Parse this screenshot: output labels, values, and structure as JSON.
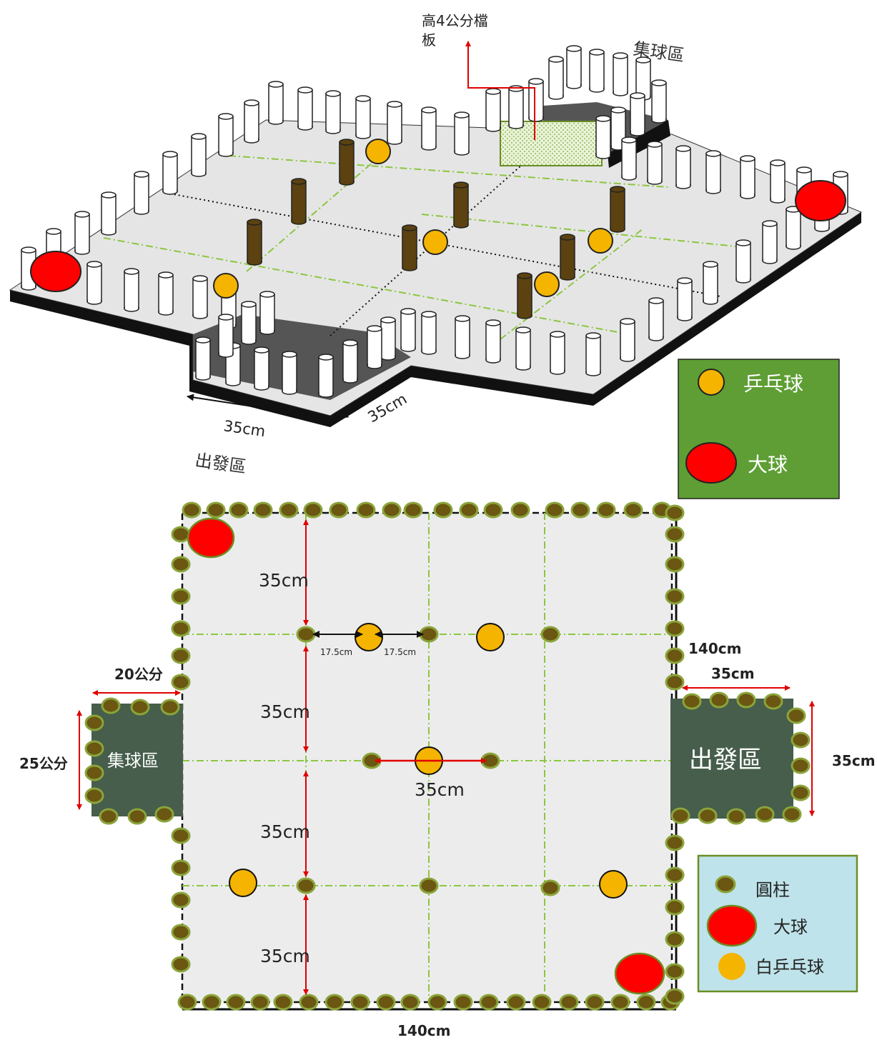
{
  "iso_view": {
    "barrier_label_line1": "高4公分檔",
    "barrier_label_line2": "板",
    "collect_zone_label": "集球區",
    "start_zone_label": "出發區",
    "dim_width": "35cm",
    "dim_depth": "35cm",
    "legend": {
      "ping_pong_label": "乒乓球",
      "big_ball_label": "大球"
    }
  },
  "plan_view": {
    "grid_dims": [
      "35cm",
      "35cm",
      "35cm",
      "35cm"
    ],
    "half_spacing_left": "17.5cm",
    "half_spacing_right": "17.5cm",
    "center_span": "35cm",
    "total_width_bottom": "140cm",
    "total_width_right": "140cm",
    "collect_zone": {
      "label": "集球區",
      "width": "20公分",
      "height": "25公分"
    },
    "start_zone": {
      "label": "出發區",
      "width": "35cm",
      "height": "35cm"
    },
    "legend": {
      "pillar_label": "圓柱",
      "big_ball_label": "大球",
      "ping_pong_label": "白乒乓球"
    }
  },
  "colors": {
    "ping_pong": "#f5b400",
    "big_ball": "#ff0000",
    "pillar_plan": "#6b5612",
    "pillar_plan_ring": "#8aa43a",
    "pillar_iso_obstacle": "#5b4210",
    "zone_fill": "#465e4b",
    "legend_top_bg": "#5e9e34",
    "legend_bottom_bg": "#bfe3ea",
    "grid_line": "#8cc63f",
    "dimension_red": "#e00000",
    "floor": "#ececec"
  }
}
